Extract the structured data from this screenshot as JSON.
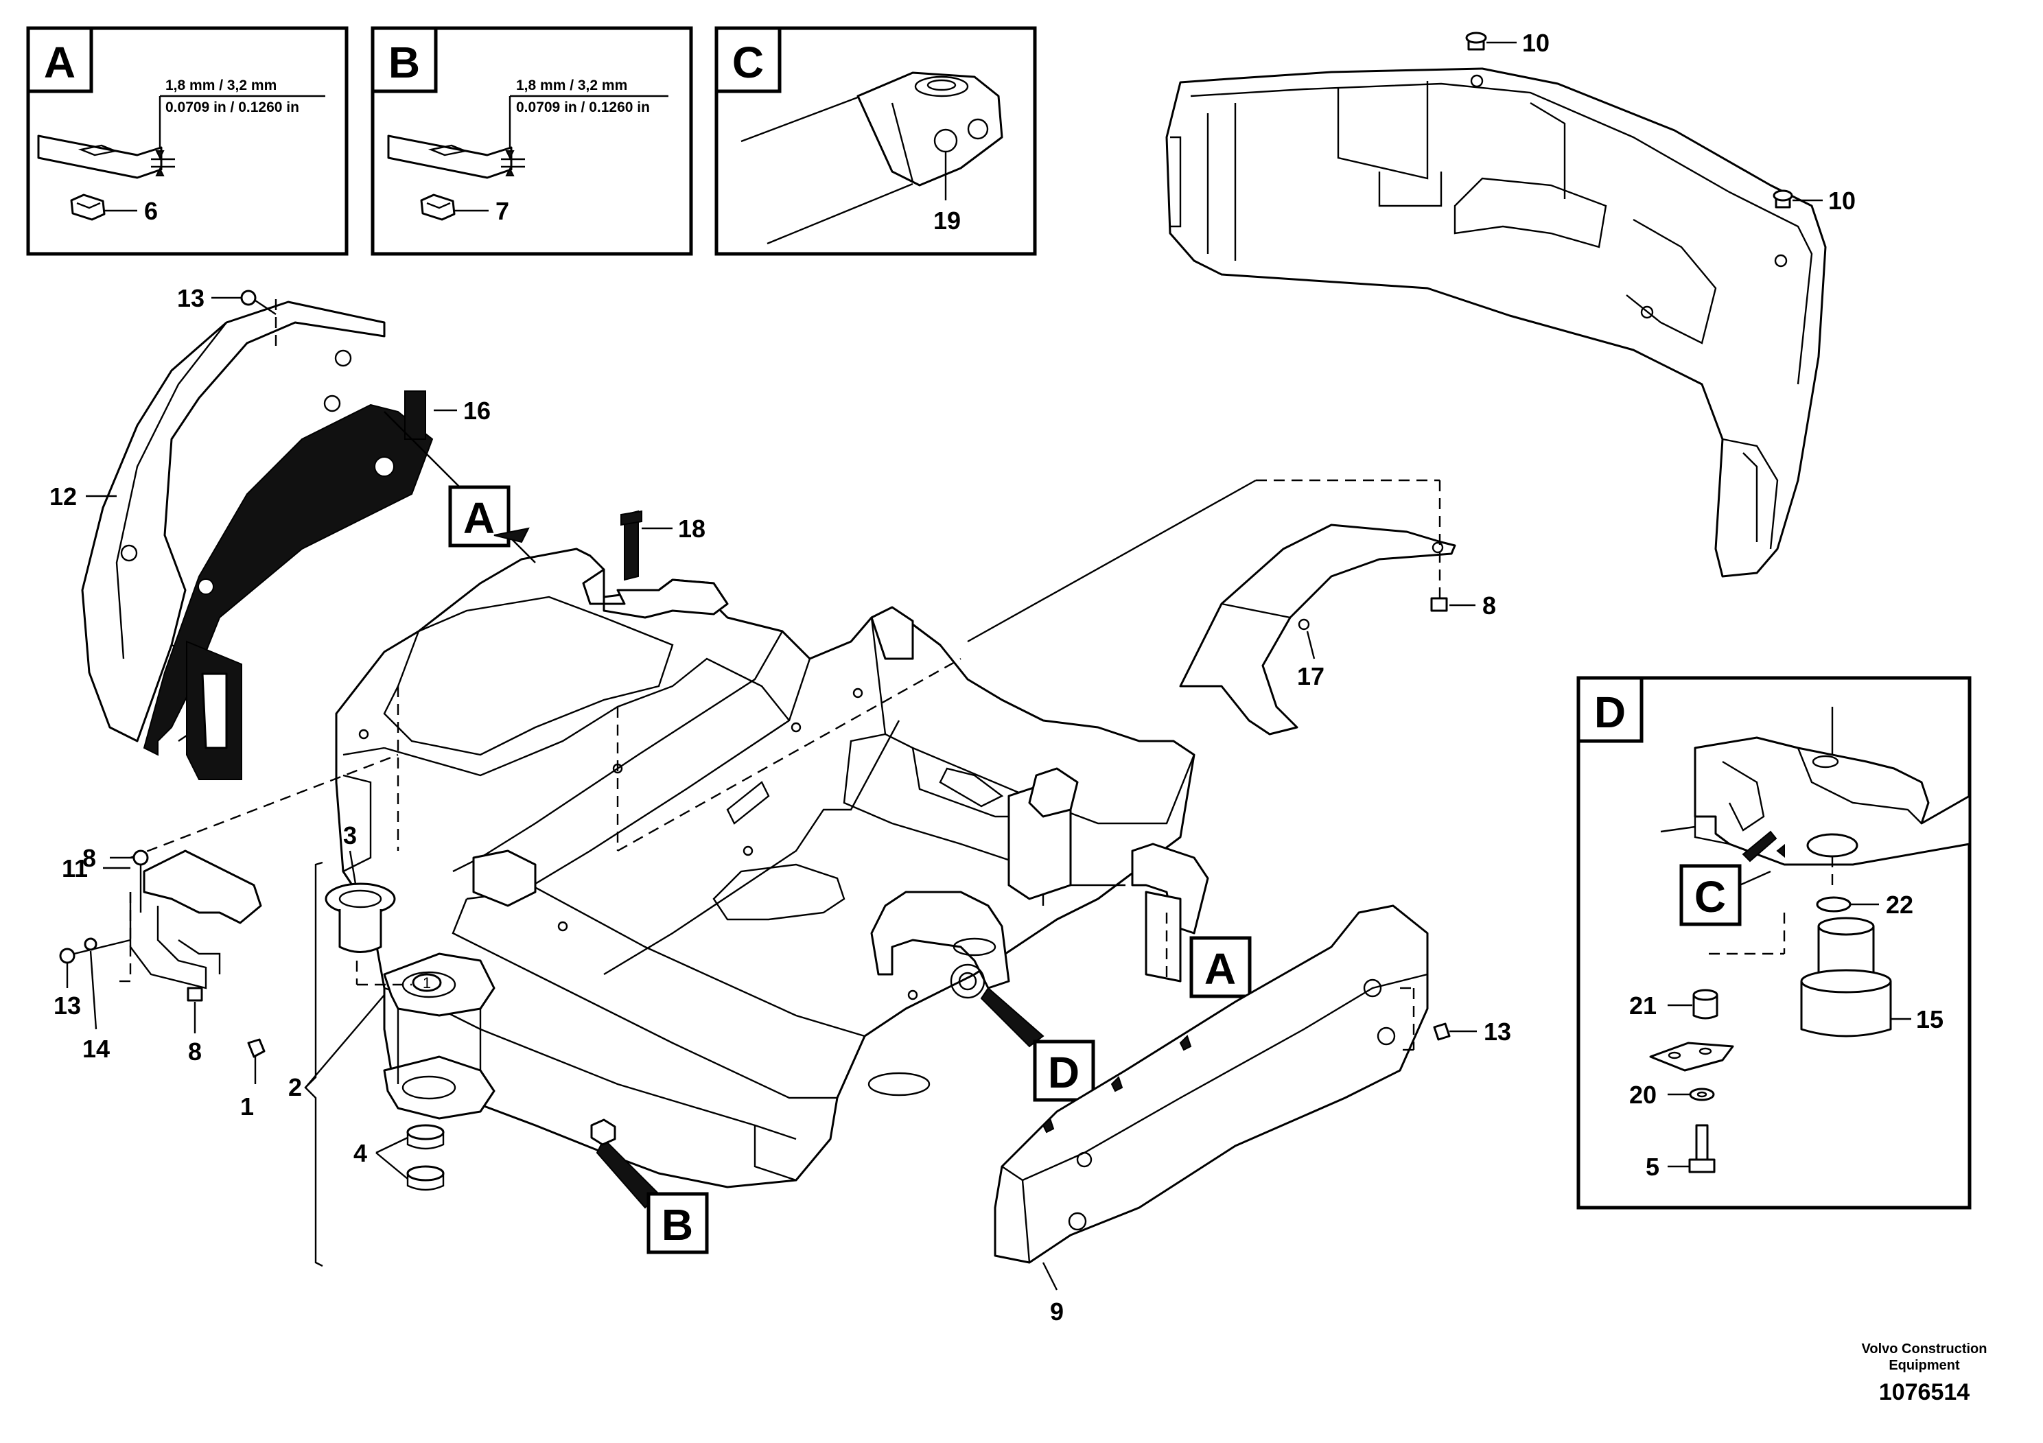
{
  "detail_boxes": [
    {
      "letter": "A",
      "dim_mm": "1,8 mm / 3,2 mm",
      "dim_in": "0.0709 in / 0.1260 in",
      "part": "6"
    },
    {
      "letter": "B",
      "dim_mm": "1,8 mm / 3,2 mm",
      "dim_in": "0.0709 in / 0.1260 in",
      "part": "7"
    },
    {
      "letter": "C",
      "part": "19"
    },
    {
      "letter": "D"
    }
  ],
  "detail_d_parts": [
    "22",
    "21",
    "15",
    "20",
    "5"
  ],
  "main_refs": [
    "A",
    "A",
    "B",
    "C",
    "D"
  ],
  "callouts": [
    "10",
    "10",
    "13",
    "16",
    "12",
    "18",
    "8",
    "17",
    "8",
    "3",
    "11",
    "13",
    "14",
    "8",
    "2",
    "1",
    "4",
    "13",
    "9"
  ],
  "bolt_marker": "1",
  "footer": {
    "line1": "Volvo Construction",
    "line2": "Equipment",
    "code": "1076514"
  }
}
